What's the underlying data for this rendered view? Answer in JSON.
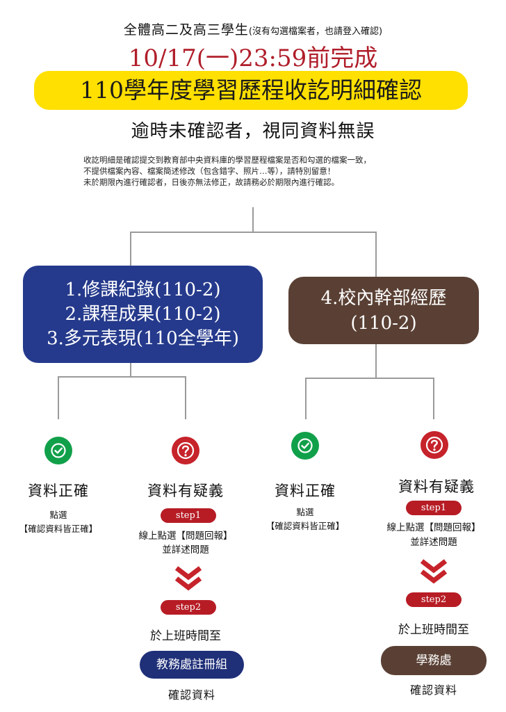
{
  "header": {
    "audience": "全體高二及高三學生",
    "audience_note": "(沒有勾選檔案者，也請登入確認)",
    "deadline": "10/17(一)23:59前完成",
    "banner": "110學年度學習歷程收訖明細確認",
    "warning": "逾時未確認者，視同資料無誤",
    "description": [
      "收訖明細是確認提交到教育部中央資料庫的學習歷程檔案是否和勾選的檔案一致，",
      "不提供檔案內容、檔案簡述修改（包含錯字、照片…等），請特別留意！",
      "未於期限內進行確認者，日後亦無法修正，故請務必於期限內進行確認。"
    ]
  },
  "categories": {
    "left": [
      "1.修課紀錄(110-2)",
      "2.課程成果(110-2)",
      "3.多元表現(110全學年)"
    ],
    "right": [
      "4.校內幹部經歷",
      "(110-2)"
    ]
  },
  "branches": {
    "left_correct": {
      "heading": "資料正確",
      "line1": "點選",
      "line2": "【確認資料皆正確】"
    },
    "left_doubt": {
      "heading": "資料有疑義",
      "step1": "step1",
      "step1_line1": "線上點選【問題回報】",
      "step1_line2": "並詳述問題",
      "step2": "step2",
      "step2_text": "於上班時間至",
      "office": "教務處註冊組",
      "confirm": "確認資料"
    },
    "right_correct": {
      "heading": "資料正確",
      "line1": "點選",
      "line2": "【確認資料皆正確】"
    },
    "right_doubt": {
      "heading": "資料有疑義",
      "step1": "step1",
      "step1_line1": "線上點選【問題回報】",
      "step1_line2": "並詳述問題",
      "step2": "step2",
      "step2_text": "於上班時間至",
      "office": "學務處",
      "confirm": "確認資料"
    }
  },
  "icons": {
    "correct": "check-circle-icon",
    "doubt": "question-circle-icon",
    "next": "double-chevron-down-icon"
  },
  "colors": {
    "deadline": "#b01e2a",
    "banner": "#ffe000",
    "left_box": "#253a8c",
    "right_box": "#5a4034",
    "correct": "#11a04a",
    "doubt": "#c6232b"
  }
}
